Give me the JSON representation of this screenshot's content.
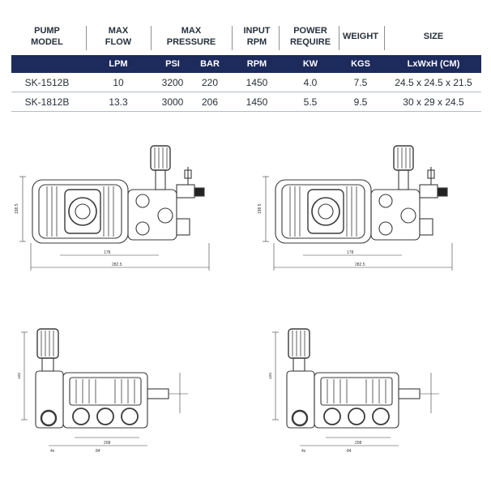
{
  "table": {
    "headers": [
      {
        "line1": "PUMP",
        "line2": "MODEL"
      },
      {
        "line1": "MAX",
        "line2": "FLOW"
      },
      {
        "line1": "MAX",
        "line2": "PRESSURE"
      },
      {
        "line1": "INPUT",
        "line2": "RPM"
      },
      {
        "line1": "POWER",
        "line2": "REQUIRE"
      },
      {
        "line1": "WEIGHT",
        "line2": ""
      },
      {
        "line1": "SIZE",
        "line2": ""
      }
    ],
    "units": [
      "LPM",
      "PSI",
      "BAR",
      "RPM",
      "KW",
      "KGS",
      "LxWxH  (CM)"
    ],
    "rows": [
      {
        "model": "SK-1512B",
        "lpm": "10",
        "psi": "3200",
        "bar": "220",
        "rpm": "1450",
        "kw": "4.0",
        "kgs": "7.5",
        "size": "24.5 x 24.5 x 21.5"
      },
      {
        "model": "SK-1812B",
        "lpm": "13.3",
        "psi": "3000",
        "bar": "206",
        "rpm": "1450",
        "kw": "5.5",
        "kgs": "9.5",
        "size": "30 x 29 x 24.5"
      }
    ]
  },
  "drawings": {
    "side_dims": {
      "height": "198.5",
      "inner": "178",
      "overall": "282.5"
    },
    "front_dims": {
      "height": "180",
      "a": "4x",
      "b": "84",
      "c": "208"
    }
  },
  "colors": {
    "header_bar": "#1d2a5c",
    "line": "#3a3a3a"
  }
}
